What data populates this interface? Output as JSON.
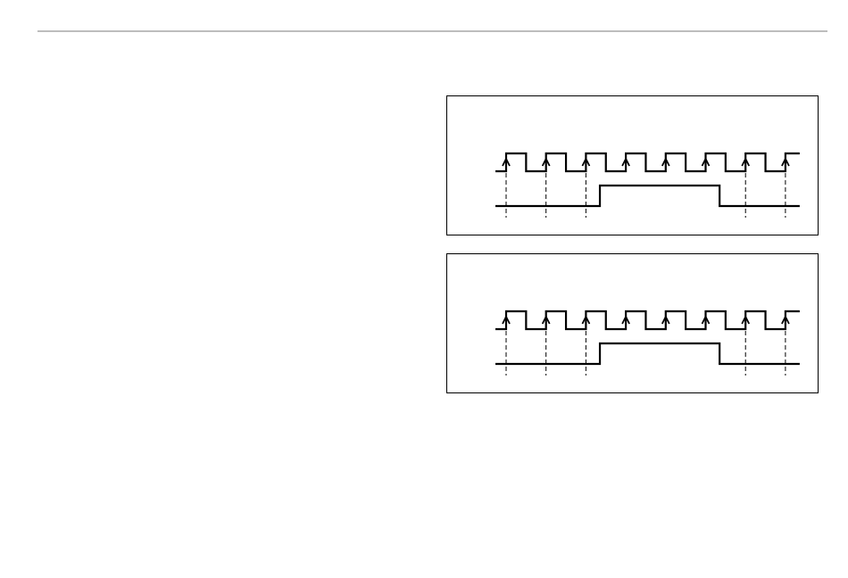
{
  "diagram": {
    "panels": [
      {
        "id": "timing-diagram-1",
        "clock_cycles": 8,
        "sampled_edges": [
          1,
          2,
          3,
          7,
          8
        ],
        "marked_edges": [
          1,
          2,
          3,
          4,
          5,
          6,
          7,
          8
        ],
        "data_high_from_cycle": 3.35,
        "data_high_to_cycle": 6.35
      },
      {
        "id": "timing-diagram-2",
        "clock_cycles": 8,
        "sampled_edges": [
          1,
          2,
          3,
          7,
          8
        ],
        "marked_edges": [
          1,
          2,
          3,
          4,
          5,
          6,
          7,
          8
        ],
        "data_high_from_cycle": 3.35,
        "data_high_to_cycle": 6.35
      }
    ],
    "colors": {
      "line": "#000000",
      "frame": "#000000",
      "rule": "#bdbdbd"
    }
  }
}
